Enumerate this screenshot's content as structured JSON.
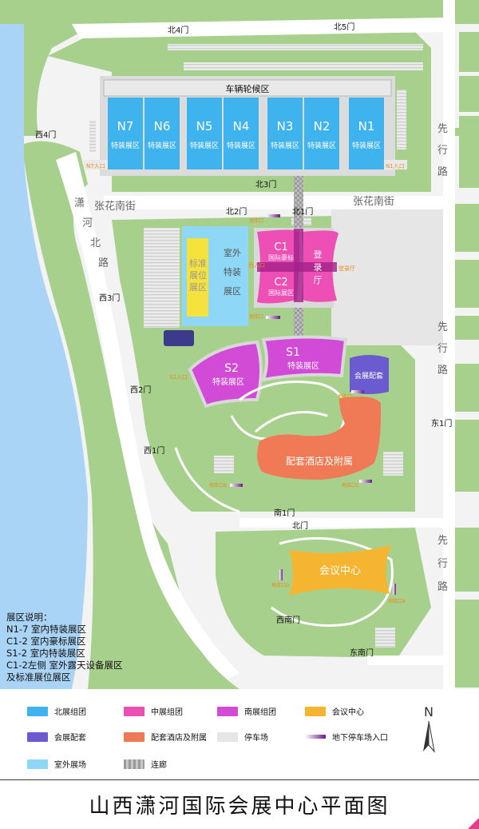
{
  "title": "山西潇河国际会展中心平面图",
  "colors": {
    "water": "#a9d4f5",
    "green": "#a8d08d",
    "north_group": "#3fb3ee",
    "central_group": "#ee4fb5",
    "south_group": "#d14bd6",
    "conference": "#f5b530",
    "support": "#6b5bd1",
    "hotel": "#ef7a55",
    "parking": "#e6e6e6",
    "outdoor": "#8fd7f7"
  },
  "gates": {
    "n4": "北4门",
    "n5": "北5门",
    "n3": "北3门",
    "n2": "北2门",
    "n1": "北1门",
    "w4": "西4门",
    "w3": "西3门",
    "w2": "西2门",
    "w1": "西1门",
    "s1": "南1门",
    "bei": "北门",
    "e1": "东1门",
    "sw": "西南门",
    "se": "东南门"
  },
  "roads": {
    "xianxing": [
      "先",
      "行",
      "路"
    ],
    "zhanghua": "张花南街",
    "xiaohe": [
      "潇",
      "河",
      "北",
      "路"
    ]
  },
  "north": {
    "parking_label": "车辆轮候区",
    "halls": [
      {
        "name": "N7",
        "sub": "特装展区"
      },
      {
        "name": "N6",
        "sub": "特装展区"
      },
      {
        "name": "N5",
        "sub": "特装展区"
      },
      {
        "name": "N4",
        "sub": "特装展区"
      },
      {
        "name": "N3",
        "sub": "特装展区"
      },
      {
        "name": "N2",
        "sub": "特装展区"
      },
      {
        "name": "N1",
        "sub": "特装展区"
      }
    ],
    "n7_entrance": "N7入口",
    "n1_entrance": "N1入口"
  },
  "central": {
    "c1": "C1",
    "c1_sub": "国际豪标",
    "c2": "C2",
    "c2_sub": "国际展区",
    "lobby": [
      "登",
      "录",
      "厅"
    ],
    "west_entrance": "西入口",
    "lobby_entrance": "登录厅",
    "garage": "地库口",
    "standard": [
      "标准",
      "展位",
      "展区"
    ],
    "outdoor": [
      "室外",
      "特装",
      "展区"
    ]
  },
  "south": {
    "s1": "S1",
    "s1_sub": "特装展区",
    "s2": "S2",
    "s2_sub": "特装展区",
    "s2_entrance": "S2入口",
    "support": "会展配套",
    "support_entrance": "地库口",
    "hotel": "配套酒店及附属",
    "garage_a": "地库口B",
    "garage_b": "地库口C"
  },
  "conference": {
    "name": "会议中心",
    "garage_left": "地库口D",
    "garage_right": "地库口A"
  },
  "notes": [
    "展区说明：",
    "N1-7 室内特装展区",
    "C1-2 室内豪标展区",
    "S1-2 室内特装展区",
    "C1-2左侧 室外露天设备展区",
    "及标准展位展区"
  ],
  "legend": [
    {
      "label": "北展组团",
      "color": "#3fb3ee"
    },
    {
      "label": "中展组团",
      "color": "#ee4fb5"
    },
    {
      "label": "南展组团",
      "color": "#d14bd6"
    },
    {
      "label": "会议中心",
      "color": "#f5b530"
    },
    {
      "label": "会展配套",
      "color": "#6b5bd1"
    },
    {
      "label": "配套酒店及附属",
      "color": "#ef7a55"
    },
    {
      "label": "停车场",
      "color": "#e6e6e6"
    },
    {
      "label": "地下停车场入口",
      "color": "#7a2a9a"
    },
    {
      "label": "室外展场",
      "color": "#8fd7f7"
    },
    {
      "label": "连廊",
      "color": "#9a9a9a"
    }
  ],
  "compass": "N"
}
